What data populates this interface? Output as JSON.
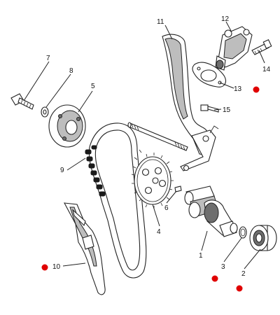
{
  "marker_color": "#e00000",
  "callouts": [
    {
      "id": "p11",
      "label": "11"
    },
    {
      "id": "p12",
      "label": "12"
    },
    {
      "id": "p7",
      "label": "7"
    },
    {
      "id": "p8",
      "label": "8"
    },
    {
      "id": "p5",
      "label": "5"
    },
    {
      "id": "p14",
      "label": "14"
    },
    {
      "id": "p13",
      "label": "13"
    },
    {
      "id": "p15",
      "label": "15"
    },
    {
      "id": "p9",
      "label": "9"
    },
    {
      "id": "p6",
      "label": "6"
    },
    {
      "id": "p4",
      "label": "4"
    },
    {
      "id": "p1",
      "label": "1"
    },
    {
      "id": "p10",
      "label": "10"
    },
    {
      "id": "p3",
      "label": "3"
    },
    {
      "id": "p2",
      "label": "2"
    }
  ],
  "highlighted_parts": [
    "13",
    "10",
    "3",
    "2"
  ]
}
